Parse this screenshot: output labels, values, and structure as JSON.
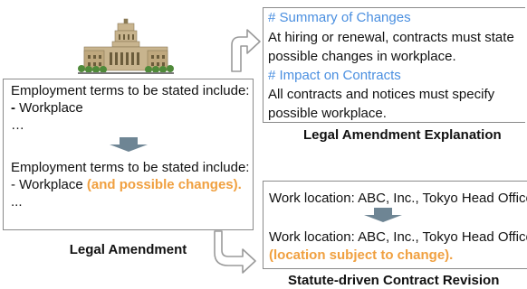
{
  "colors": {
    "heading_blue": "#4a8fe0",
    "accent_orange": "#f0a040",
    "arrow_fill": "#6e8594",
    "bent_arrow_stroke": "#9a9a9a"
  },
  "icons": {
    "building": "parliament-building-icon"
  },
  "left_panel": {
    "before_title": "Employment terms to be stated include:",
    "before_item_bullet": "-",
    "before_item_text": "Workplace",
    "before_ellipsis": "…",
    "after_title": "Employment terms to be stated include:",
    "after_item_text": "- Workplace",
    "after_item_accent": "(and possible changes).",
    "after_ellipsis": "...",
    "caption": "Legal Amendment"
  },
  "explanation_panel": {
    "summary_heading": "# Summary of Changes",
    "summary_line1": "At hiring or renewal, contracts must state",
    "summary_line2": "possible changes in workplace.",
    "impact_heading": "# Impact on Contracts",
    "impact_line1": "All contracts and notices must specify",
    "impact_line2": "possible workplace.",
    "caption": "Legal Amendment Explanation"
  },
  "contract_panel": {
    "before_text": "Work location: ABC, Inc., Tokyo Head Office.",
    "after_text": "Work location: ABC, Inc., Tokyo Head Office",
    "after_accent": "(location subject to change).",
    "caption": "Statute-driven Contract Revision"
  }
}
